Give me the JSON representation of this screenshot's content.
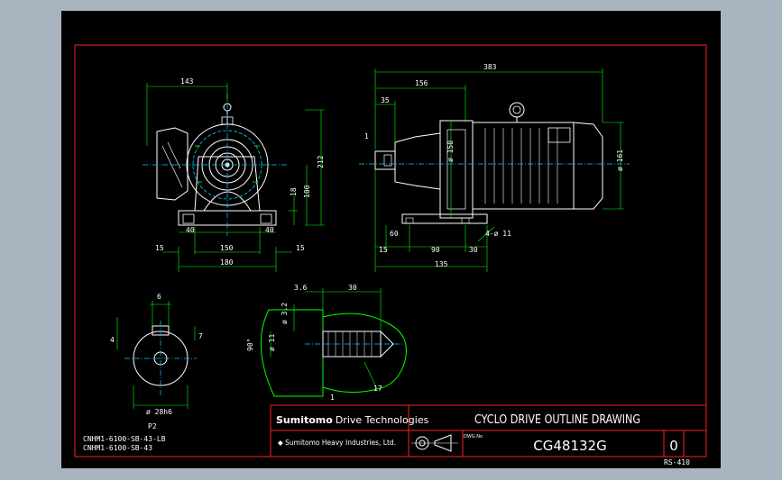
{
  "drawing": {
    "title": "CYCLO DRIVE OUTLINE DRAWING",
    "number": "CG48132G",
    "revision": "0",
    "sheet_code": "RS-410",
    "company": "Sumitomo Drive Technologies",
    "company_bold": "Sumitomo",
    "company_light": "Drive Technologies",
    "subcompany": "Sumitomo Heavy Industries, Ltd.",
    "dwg_no_label": "DWG.No",
    "models": [
      "CNHM1-6100-SB-43-LB",
      "CNHM1-6100-SB-43"
    ]
  },
  "dimensions": {
    "front": {
      "top_width": "143",
      "height_total": "212",
      "shaft_height": "100",
      "base_thick": "18",
      "left_foot": "40",
      "right_foot": "40",
      "left_edge": "15",
      "mid": "150",
      "right_edge": "15",
      "base_width": "180"
    },
    "side": {
      "overall": "383",
      "to_motor": "156",
      "shaft": "35",
      "key": "1",
      "flange_dia": "ø 150",
      "motor_dia": "ø 161",
      "left": "60",
      "left_edge": "15",
      "foot_span": "90",
      "right": "30",
      "holes": "4-ø 11",
      "base": "135"
    },
    "shaft_detail": {
      "key_w": "6",
      "key_h": "7",
      "left_mark": "4",
      "shaft_dia": "ø 28h6",
      "ref": "P2"
    },
    "tapped": {
      "depth": "3.6",
      "length": "30",
      "pitch": "ø 3.2",
      "left": "ø 11",
      "angle": "90°",
      "right": "17",
      "bottom": "1"
    }
  }
}
